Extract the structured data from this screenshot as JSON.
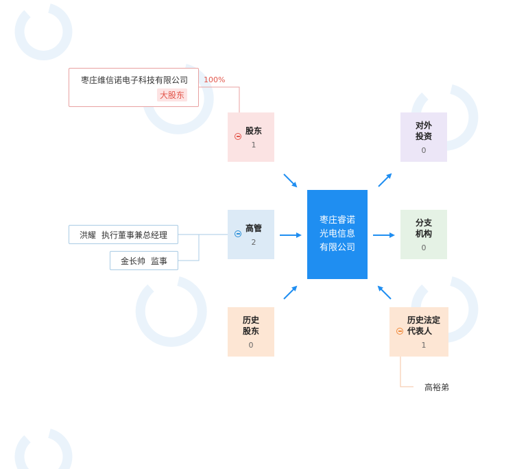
{
  "center_company": {
    "name": "枣庄睿诺\n光电信息\n有限公司",
    "color": "#1f8ef1"
  },
  "shareholder_entity": {
    "name": "枣庄维信诺电子科技有限公司",
    "badge": "大股东",
    "percentage": "100%"
  },
  "categories": {
    "shareholder": {
      "title": "股东",
      "count": "1",
      "color": "#fbe3e3"
    },
    "executives": {
      "title": "高管",
      "count": "2",
      "color": "#dceaf6"
    },
    "historical_shareholders": {
      "title": "历史\n股东",
      "count": "0",
      "color": "#fde6d4"
    },
    "outbound_investment": {
      "title": "对外\n投资",
      "count": "0",
      "color": "#ece6f7"
    },
    "branches": {
      "title": "分支\n机构",
      "count": "0",
      "color": "#e5f2e5"
    },
    "historical_legal_rep": {
      "title": "历史法定\n代表人",
      "count": "1",
      "color": "#fde6d4"
    }
  },
  "executives": [
    {
      "name": "洪耀",
      "role": "执行董事兼总经理"
    },
    {
      "name": "金长帅",
      "role": "监事"
    }
  ],
  "historical_legal_rep": {
    "name": "高裕弟"
  },
  "icons": {
    "collapse": "minus-circle-icon",
    "arrow": "arrow-icon"
  },
  "accent_colors": {
    "arrow": "#1f8ef1",
    "shareholder_line": "#e8a1a1",
    "exec_line": "#a9cbe4",
    "rep_line": "#f4c3a0"
  }
}
